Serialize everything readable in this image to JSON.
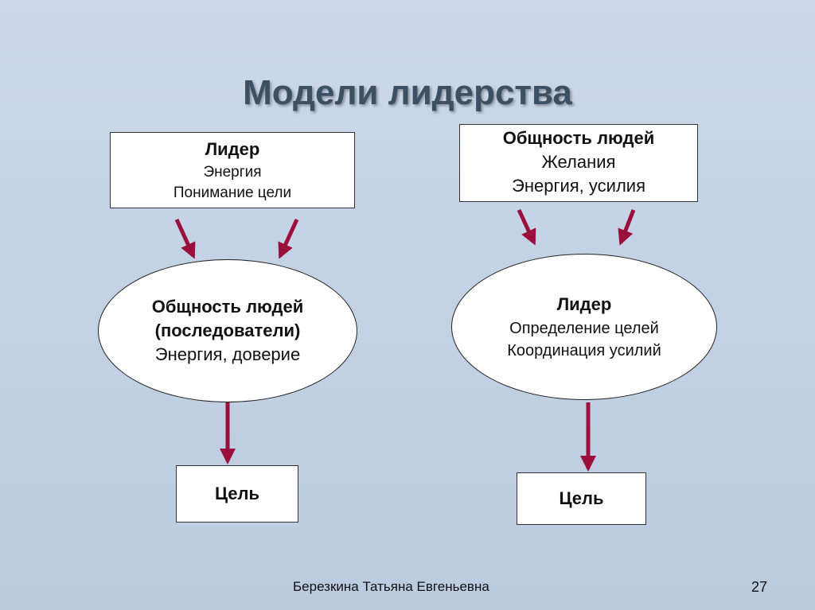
{
  "title": "Модели лидерства",
  "left_model": {
    "top_box": {
      "heading": "Лидер",
      "line1": "Энергия",
      "line2": "Понимание цели"
    },
    "ellipse": {
      "line1": "Общность людей",
      "line2": "(последователи)",
      "line3": "Энергия, доверие"
    },
    "goal": "Цель"
  },
  "right_model": {
    "top_box": {
      "heading": "Общность людей",
      "line1": "Желания",
      "line2": "Энергия, усилия"
    },
    "ellipse": {
      "heading": "Лидер",
      "line1": "Определение целей",
      "line2": "Координация усилий"
    },
    "goal": "Цель"
  },
  "footer": {
    "author": "Березкина Татьяна Евгеньевна",
    "page": "27"
  },
  "colors": {
    "arrow": "#9b0f3c",
    "title": "#3c4f63"
  }
}
